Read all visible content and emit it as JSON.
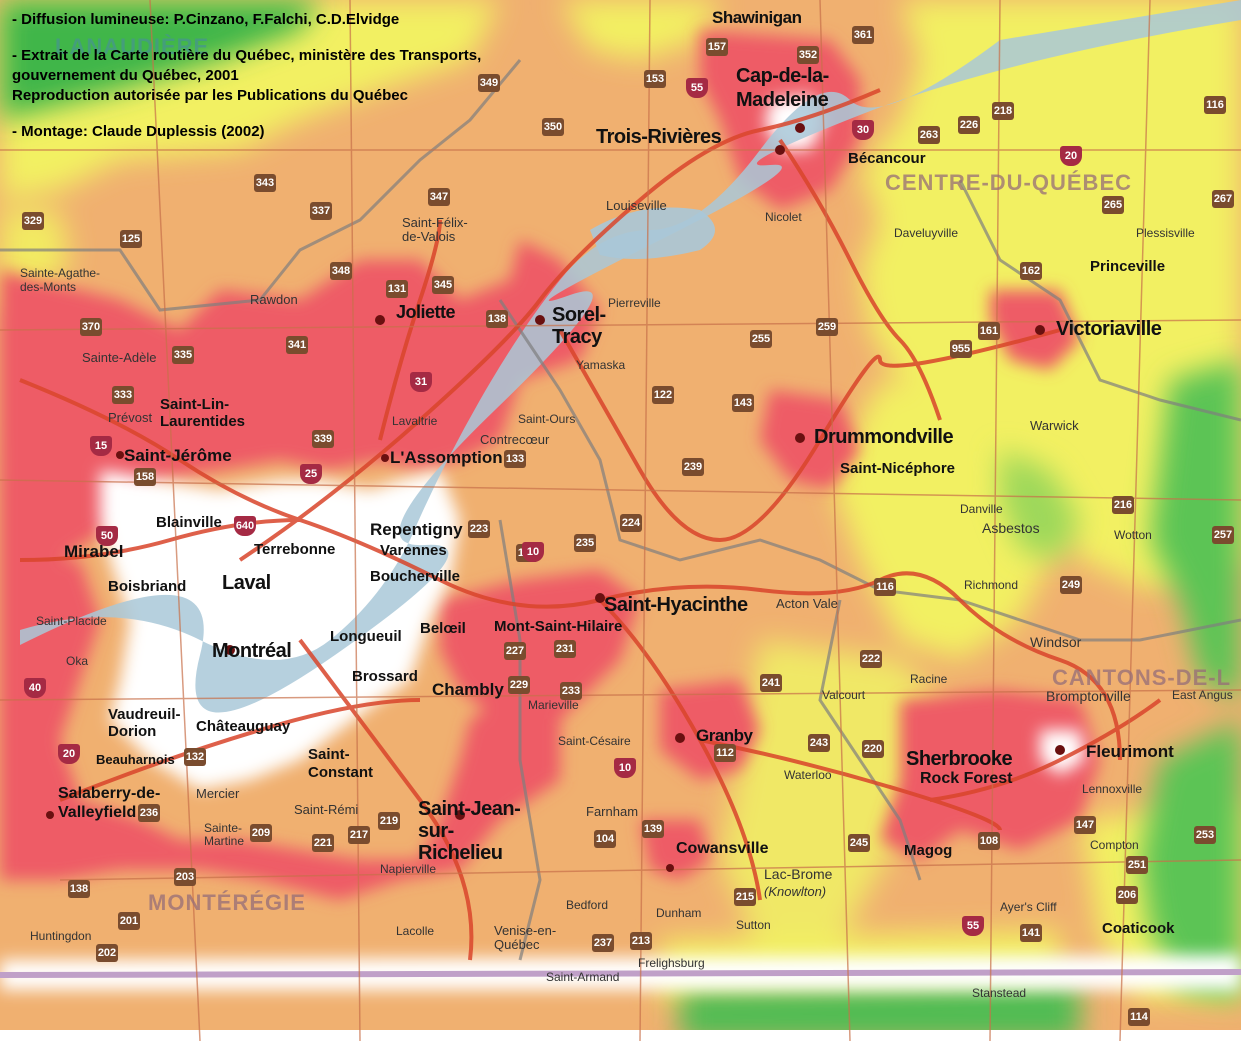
{
  "credits": {
    "line1": "- Diffusion lumineuse: P.Cinzano, F.Falchi, C.D.Elvidge",
    "line2": "- Extrait de la Carte routière du Québec, ministère des Transports,",
    "line3": "gouvernement du Québec, 2001",
    "line4": "Reproduction autorisée par les Publications du Québec",
    "line5": "- Montage: Claude Duplessis (2002)"
  },
  "colors": {
    "green": "#3fb64a",
    "light_green": "#9ed85a",
    "yellow": "#f2f062",
    "orange": "#f0b070",
    "red": "#ee5c66",
    "white": "#ffffff",
    "water": "#a9c8d8",
    "road": "#d9452b",
    "border": "#8a8a8a"
  },
  "regions": {
    "lanaudiere": "LANAUDIÈRE",
    "centre_du_quebec": "CENTRE-DU-QUÉBEC",
    "monteregie": "MONTÉRÉGIE",
    "cantons_de_lest": "CANTONS-DE-L"
  },
  "cities": {
    "shawinigan": "Shawinigan",
    "cap_de_la_madeleine": "Cap-de-la-Madeleine",
    "trois_rivieres": "Trois-Rivières",
    "becancour": "Bécancour",
    "louiseville": "Louiseville",
    "nicolet": "Nicolet",
    "joliette": "Joliette",
    "sorel_tracy": "Sorel-Tracy",
    "victoriaville": "Victoriaville",
    "princeville": "Princeville",
    "drummondville": "Drummondville",
    "saint_nicephore": "Saint-Nicéphore",
    "saint_lin_laurentides": "Saint-Lin-Laurentides",
    "saint_jerome": "Saint-Jérôme",
    "l_assomption": "L'Assomption",
    "repentigny": "Repentigny",
    "varennes": "Varennes",
    "terrebonne": "Terrebonne",
    "laval": "Laval",
    "mirabel": "Mirabel",
    "blainville": "Blainville",
    "boisbriand": "Boisbriand",
    "montreal": "Montréal",
    "longueuil": "Longueuil",
    "brossard": "Brossard",
    "boucherville": "Boucherville",
    "beloeil": "Belœil",
    "mont_saint_hilaire": "Mont-Saint-Hilaire",
    "saint_hyacinthe": "Saint-Hyacinthe",
    "acton_vale": "Acton Vale",
    "chambly": "Chambly",
    "marieville": "Marieville",
    "chateauguay": "Châteauguay",
    "saint_constant": "Saint-Constant",
    "vaudreuil_dorion": "Vaudreuil-Dorion",
    "beauharnois": "Beauharnois",
    "salaberry_de_valleyfield": "Salaberry-de-Valleyfield",
    "saint_jean_sur_richelieu": "Saint-Jean-sur-Richelieu",
    "granby": "Granby",
    "cowansville": "Cowansville",
    "farnham": "Farnham",
    "sherbrooke": "Sherbrooke",
    "rock_forest": "Rock Forest",
    "fleurimont": "Fleurimont",
    "magog": "Magog",
    "coaticook": "Coaticook",
    "asbestos": "Asbestos",
    "windsor": "Windsor",
    "bromptonville": "Bromptonville",
    "lac_brome": "Lac-Brome",
    "knowlton": "(Knowlton)",
    "sainte_adele": "Sainte-Adèle",
    "sainte_agathe": "Sainte-Agathe-des-Monts",
    "prevost": "Prévost",
    "rawdon": "Rawdon",
    "lavaltrie": "Lavaltrie",
    "contrecoeur": "Contrecœur",
    "saint_felix_de_valois": "Saint-Félix-de-Valois",
    "warwick": "Warwick",
    "richmond": "Richmond",
    "danville": "Danville",
    "waterloo": "Waterloo",
    "sutton": "Sutton",
    "dunham": "Dunham",
    "bedford": "Bedford",
    "napierville": "Napierville",
    "lacolle": "Lacolle",
    "mercier": "Mercier",
    "saint_remi": "Saint-Rémi",
    "sainte_martine": "Sainte-Martine",
    "huntingdon": "Huntingdon",
    "venise_en_quebec": "Venise-en-Québec",
    "saint_cesaire": "Saint-Césaire",
    "valcourt": "Valcourt",
    "racine": "Racine",
    "east_angus": "East Angus",
    "compton": "Compton",
    "lennoxville": "Lennoxville",
    "stanstead": "Stanstead",
    "saint_armand": "Saint-Armand",
    "frelighsburg": "Frelighsburg",
    "ayers_cliff": "Ayer's Cliff",
    "saint_ours": "Saint-Ours",
    "pierreville": "Pierreville",
    "yamaska": "Yamaska",
    "daveluyville": "Daveluyville",
    "plessisville": "Plessisville",
    "warwick2": "Wotton",
    "oka": "Oka",
    "saint_placide": "Saint-Placide"
  },
  "routes": {
    "r157": "157",
    "r352": "352",
    "r361": "361",
    "r153": "153",
    "r55a": "55",
    "r350": "350",
    "r349": "349",
    "r218": "218",
    "r226": "226",
    "r263": "263",
    "r30a": "30",
    "r20a": "20",
    "r265": "265",
    "r116a": "116",
    "r343": "343",
    "r347": "347",
    "r337": "337",
    "r348": "348",
    "r329": "329",
    "r125": "125",
    "r131": "131",
    "r345": "345",
    "r138": "138",
    "r370": "370",
    "r335": "335",
    "r341": "341",
    "r333": "333",
    "r158": "158",
    "r31": "31",
    "r339": "339",
    "r25": "25",
    "r15": "15",
    "r640": "640",
    "r50": "50",
    "r223": "223",
    "r137": "137",
    "r235": "235",
    "r224": "224",
    "r133": "133",
    "r239": "239",
    "r122": "122",
    "r143": "143",
    "r259": "259",
    "r255": "255",
    "r161": "161",
    "r955": "955",
    "r162": "162",
    "r267": "267",
    "r257": "257",
    "r216": "216",
    "r249": "249",
    "r116b": "116",
    "r222": "222",
    "r241": "241",
    "r243": "243",
    "r220": "220",
    "r112": "112",
    "r104": "104",
    "r139": "139",
    "r245": "245",
    "r108": "108",
    "r147": "147",
    "r251": "251",
    "r253": "253",
    "r206": "206",
    "r141": "141",
    "r114": "114",
    "r227": "227",
    "r231": "231",
    "r229": "229",
    "r233": "233",
    "r217": "217",
    "r219": "219",
    "r221": "221",
    "r209": "209",
    "r236": "236",
    "r132": "132",
    "r201": "201",
    "r202": "202",
    "r203": "203",
    "r138b": "138",
    "r40": "40",
    "r20b": "20",
    "r10": "10",
    "r237": "237",
    "r213": "213",
    "r215": "215",
    "r10b": "10",
    "r55b": "55"
  }
}
